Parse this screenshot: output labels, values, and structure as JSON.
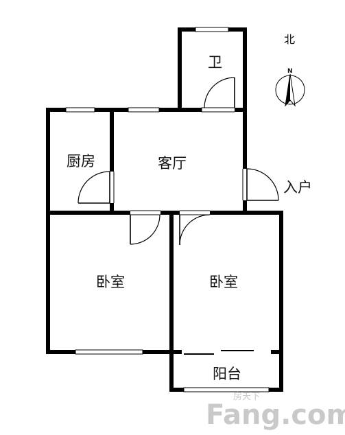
{
  "rooms": {
    "bathroom": "卫",
    "kitchen": "厨房",
    "living_room": "客厅",
    "bedroom_left": "卧室",
    "bedroom_right": "卧室",
    "balcony": "阳台",
    "entrance": "入户"
  },
  "compass": {
    "north_label": "北",
    "needle_letter": "N"
  },
  "watermark": {
    "logo_text": "Fang.com",
    "small_text": "房天下"
  },
  "colors": {
    "wall": "#000000",
    "background": "#ffffff",
    "watermark": "#c9c9c9"
  }
}
